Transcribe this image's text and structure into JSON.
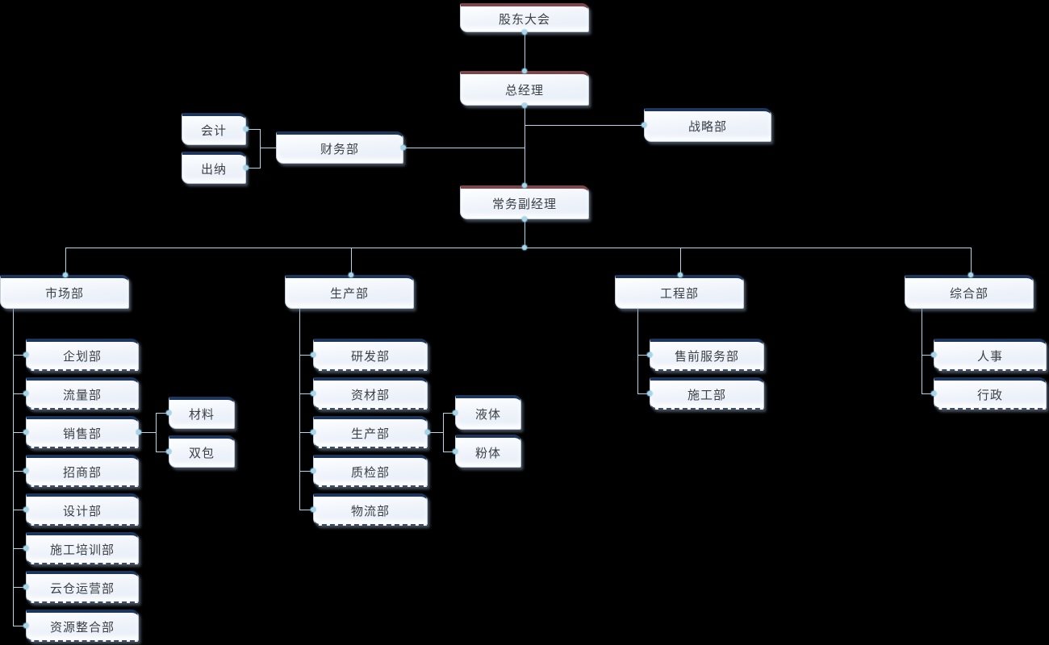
{
  "chart_title": "",
  "colors": {
    "executive_top_bar": "#7c474c",
    "department_top_bar": "#1d355b",
    "box_fill": "#edf2fa",
    "box_border": "#bfccdf",
    "connector_line": "#b3d7e8",
    "connector_dot": "#a8d6e9",
    "dashed_bottom": "#3b4d6b",
    "text": "#3b4046",
    "background": "#000000"
  },
  "nodes": {
    "shareholders": {
      "label": "股东大会"
    },
    "gm": {
      "label": "总经理"
    },
    "deputy_gm": {
      "label": "常务副经理"
    },
    "finance": {
      "label": "财务部"
    },
    "accounting": {
      "label": "会计"
    },
    "cashier": {
      "label": "出纳"
    },
    "strategy": {
      "label": "战略部"
    },
    "marketing": {
      "label": "市场部"
    },
    "planning": {
      "label": "企划部"
    },
    "traffic": {
      "label": "流量部"
    },
    "sales": {
      "label": "销售部"
    },
    "investment": {
      "label": "招商部"
    },
    "design": {
      "label": "设计部"
    },
    "construction_training": {
      "label": "施工培训部"
    },
    "cloud_warehouse": {
      "label": "云仓运营部"
    },
    "resource_integration": {
      "label": "资源整合部"
    },
    "materials": {
      "label": "材料"
    },
    "double_contract": {
      "label": "双包"
    },
    "production": {
      "label": "生产部"
    },
    "rnd": {
      "label": "研发部"
    },
    "material_supply": {
      "label": "资材部"
    },
    "production_sub": {
      "label": "生产部"
    },
    "quality": {
      "label": "质检部"
    },
    "logistics": {
      "label": "物流部"
    },
    "liquid": {
      "label": "液体"
    },
    "powder": {
      "label": "粉体"
    },
    "engineering": {
      "label": "工程部"
    },
    "presales": {
      "label": "售前服务部"
    },
    "construction": {
      "label": "施工部"
    },
    "general": {
      "label": "综合部"
    },
    "hr": {
      "label": "人事"
    },
    "admin": {
      "label": "行政"
    }
  }
}
